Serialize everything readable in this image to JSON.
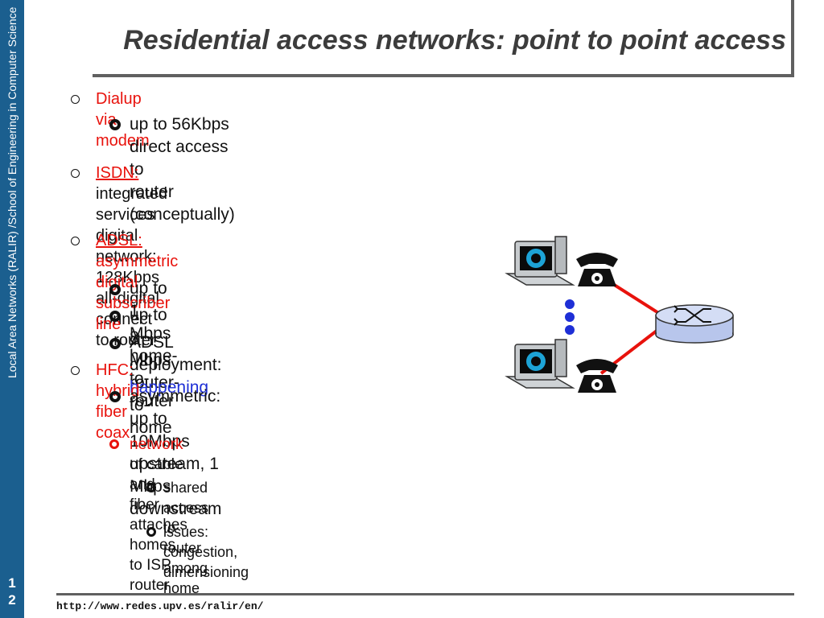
{
  "sidebar": {
    "text": "Local Area Networks (RALIR) /School of Engineering in Computer Science",
    "slide_number_line1": "1",
    "slide_number_line2": "2"
  },
  "title": "Residential access networks: point to point access",
  "bullets": {
    "dialup": "Dialup via modem",
    "dialup_sub": [
      "up to 56Kbps direct access to",
      "router (conceptually)"
    ],
    "isdn_label": "ISDN:",
    "isdn_text": [
      "integrated services digital",
      "network: 128Kbps all-digital connect",
      "to router"
    ],
    "adsl_label": "ADSL:",
    "adsl_text": [
      "asymmetric digital subscriber",
      "line"
    ],
    "adsl_sub1": "up to 1 Mbps home-to-router",
    "adsl_sub2": "up to 8 Mbps router-to-home",
    "adsl_sub3_a": "ADSL deployment:",
    "adsl_sub3_b": "happening",
    "hfc": "HFC: hybrid fiber coax",
    "hfc_sub1": [
      "asymmetric: up to 10Mbps",
      "upstream, 1 Mbps downstream"
    ],
    "hfc_sub2_a": "network",
    "hfc_sub2_b": "of cable and fiber",
    "hfc_sub2_c": "attaches homes to ISP router",
    "hfc_sub3": [
      "shared access to router",
      "among home"
    ],
    "hfc_sub4": [
      "issues: congestion,",
      "dimensioning"
    ]
  },
  "footer": "http://www.redes.upv.es/ralir/en/",
  "colors": {
    "sidebar": "#1b5f8f",
    "accent_red": "#e8120c",
    "accent_blue": "#1e2fd6",
    "router": "#b8c6ec"
  },
  "icons": [
    "computer-icon",
    "telephone-icon",
    "router-icon",
    "ellipsis-dots-icon"
  ]
}
